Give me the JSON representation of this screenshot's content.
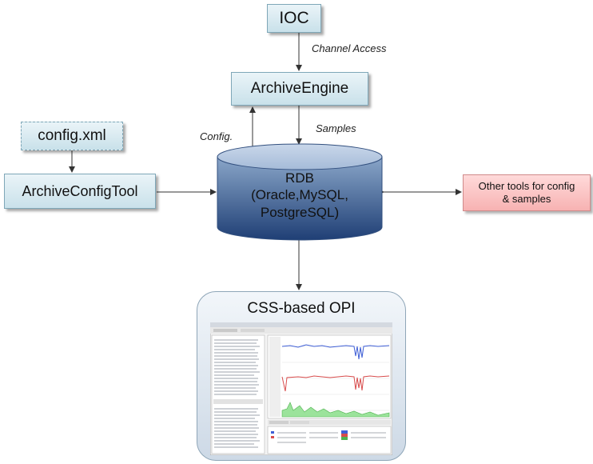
{
  "nodes": {
    "ioc": "IOC",
    "archive_engine": "ArchiveEngine",
    "config_xml": "config.xml",
    "archive_config_tool": "ArchiveConfigTool",
    "other_tools_line1": "Other tools for config",
    "other_tools_line2": "& samples",
    "rdb_title": "RDB",
    "rdb_line2": "(Oracle,MySQL,",
    "rdb_line3": "PostgreSQL)",
    "opi_title": "CSS-based OPI"
  },
  "edges": {
    "channel_access": "Channel Access",
    "config": "Config.",
    "samples": "Samples"
  },
  "colors": {
    "box_fill": "#c9e1ea",
    "box_border": "#7fa7b8",
    "cylinder_top": "#8aa6c9",
    "cylinder_bottom": "#1f3f75",
    "other_tools_fill": "#f7b2b2",
    "opi_panel_fill": "#cdd9e6"
  }
}
